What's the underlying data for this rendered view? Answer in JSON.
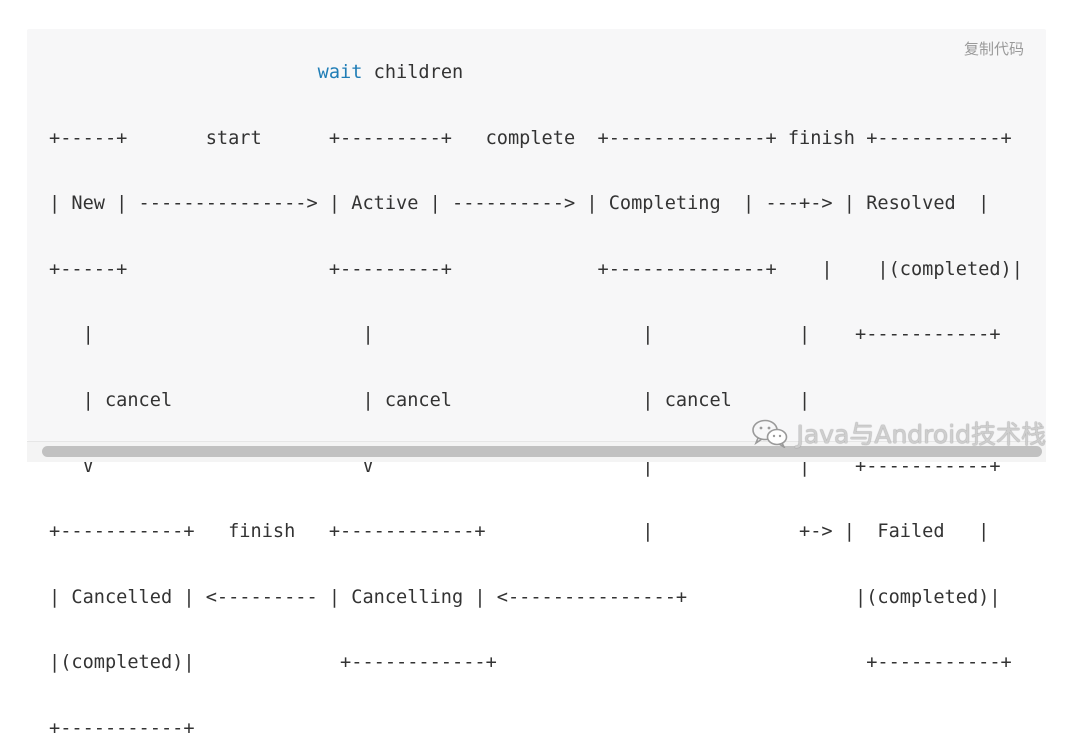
{
  "toolbar": {
    "copy_label": "复制代码"
  },
  "code": {
    "lines": [
      [
        {
          "t": "                        "
        },
        {
          "t": "wait",
          "kw": true
        },
        {
          "t": " children"
        }
      ],
      [
        {
          "t": "+-----+       start      +---------+   complete  +--------------+ finish +-----------+"
        }
      ],
      [
        {
          "t": "| New | ---------------> | Active | ----------> | Completing  | ---+-> | Resolved  |"
        }
      ],
      [
        {
          "t": "+-----+                  +---------+             +--------------+    |    |(completed)|"
        }
      ],
      [
        {
          "t": "   |                        |                        |             |    +-----------+"
        }
      ],
      [
        {
          "t": "   | cancel                 | cancel                 | cancel      |"
        }
      ],
      [
        {
          "t": "   V                        V                        |             |    +-----------+"
        }
      ],
      [
        {
          "t": "+-----------+   finish   +------------+              |             +-> |  Failed   |"
        }
      ],
      [
        {
          "t": "| Cancelled | <--------- | Cancelling | <---------------+               |(completed)|"
        }
      ],
      [
        {
          "t": "|(completed)|             +------------+                                 +-----------+"
        }
      ],
      [
        {
          "t": "+-----------+"
        }
      ]
    ]
  },
  "watermark": {
    "text": "Java与Android技术栈",
    "icon": "wechat-icon"
  }
}
